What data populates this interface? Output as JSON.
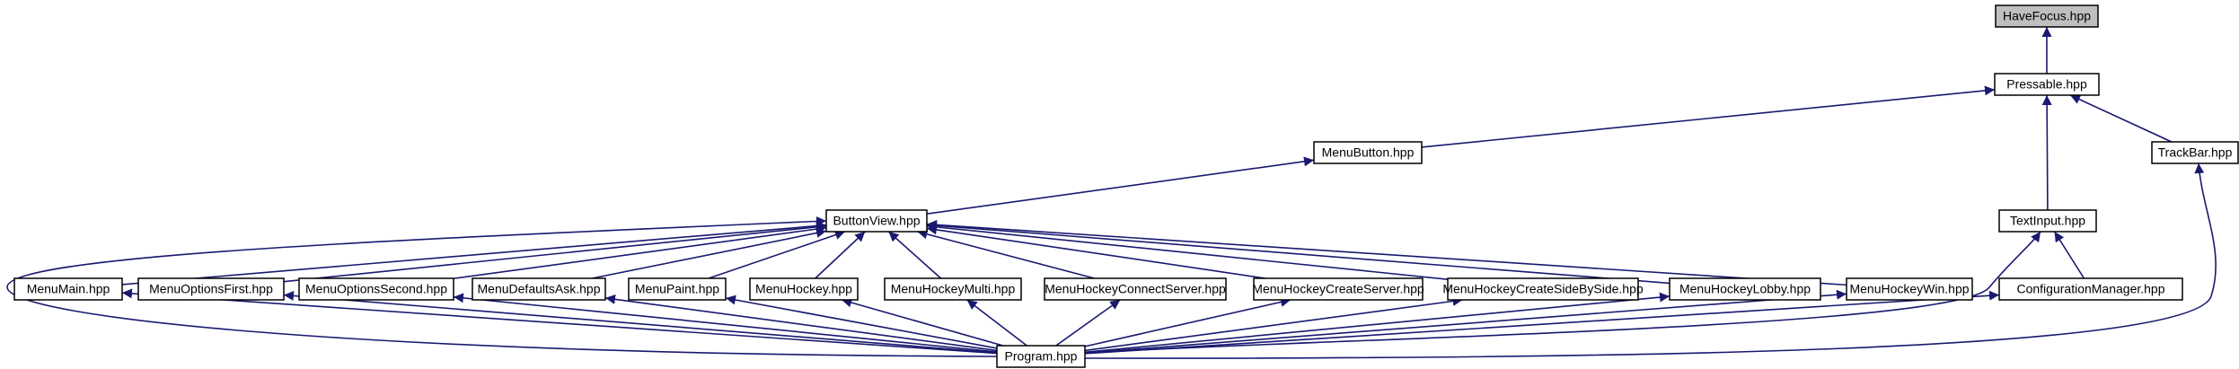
{
  "graph": {
    "edge_color": "#191970",
    "root_fill": "#bfbfbf",
    "nodes": [
      {
        "id": "havefocus",
        "label": "HaveFocus.hpp",
        "root": true
      },
      {
        "id": "pressable",
        "label": "Pressable.hpp"
      },
      {
        "id": "menubutton",
        "label": "MenuButton.hpp"
      },
      {
        "id": "trackbar",
        "label": "TrackBar.hpp"
      },
      {
        "id": "buttonview",
        "label": "ButtonView.hpp"
      },
      {
        "id": "textinput",
        "label": "TextInput.hpp"
      },
      {
        "id": "menumain",
        "label": "MenuMain.hpp"
      },
      {
        "id": "menuoptionsfirst",
        "label": "MenuOptionsFirst.hpp"
      },
      {
        "id": "menuoptionssecond",
        "label": "MenuOptionsSecond.hpp"
      },
      {
        "id": "menudefaultsask",
        "label": "MenuDefaultsAsk.hpp"
      },
      {
        "id": "menupaint",
        "label": "MenuPaint.hpp"
      },
      {
        "id": "menuhockey",
        "label": "MenuHockey.hpp"
      },
      {
        "id": "menuhockeymulti",
        "label": "MenuHockeyMulti.hpp"
      },
      {
        "id": "menuhockeyconnectserver",
        "label": "MenuHockeyConnectServer.hpp"
      },
      {
        "id": "menuhockeycreateserver",
        "label": "MenuHockeyCreateServer.hpp"
      },
      {
        "id": "menuhockeycreatesidebyside",
        "label": "MenuHockeyCreateSideBySide.hpp"
      },
      {
        "id": "menuhockeylobby",
        "label": "MenuHockeyLobby.hpp"
      },
      {
        "id": "menuhockeywin",
        "label": "MenuHockeyWin.hpp"
      },
      {
        "id": "configurationmanager",
        "label": "ConfigurationManager.hpp"
      },
      {
        "id": "program",
        "label": "Program.hpp"
      }
    ],
    "edges": [
      {
        "from": "pressable",
        "to": "havefocus"
      },
      {
        "from": "menubutton",
        "to": "pressable"
      },
      {
        "from": "trackbar",
        "to": "pressable"
      },
      {
        "from": "textinput",
        "to": "pressable"
      },
      {
        "from": "buttonview",
        "to": "menubutton"
      },
      {
        "from": "menumain",
        "to": "buttonview"
      },
      {
        "from": "menuoptionsfirst",
        "to": "buttonview"
      },
      {
        "from": "menuoptionssecond",
        "to": "buttonview"
      },
      {
        "from": "menudefaultsask",
        "to": "buttonview"
      },
      {
        "from": "menupaint",
        "to": "buttonview"
      },
      {
        "from": "menuhockey",
        "to": "buttonview"
      },
      {
        "from": "menuhockeymulti",
        "to": "buttonview"
      },
      {
        "from": "menuhockeyconnectserver",
        "to": "buttonview"
      },
      {
        "from": "menuhockeycreateserver",
        "to": "buttonview"
      },
      {
        "from": "menuhockeycreatesidebyside",
        "to": "buttonview"
      },
      {
        "from": "menuhockeylobby",
        "to": "buttonview"
      },
      {
        "from": "menuhockeywin",
        "to": "buttonview"
      },
      {
        "from": "program",
        "to": "buttonview"
      },
      {
        "from": "configurationmanager",
        "to": "textinput"
      },
      {
        "from": "program",
        "to": "textinput"
      },
      {
        "from": "program",
        "to": "trackbar"
      },
      {
        "from": "program",
        "to": "menumain"
      },
      {
        "from": "program",
        "to": "menuoptionsfirst"
      },
      {
        "from": "program",
        "to": "menuoptionssecond"
      },
      {
        "from": "program",
        "to": "menudefaultsask"
      },
      {
        "from": "program",
        "to": "menupaint"
      },
      {
        "from": "program",
        "to": "menuhockey"
      },
      {
        "from": "program",
        "to": "menuhockeymulti"
      },
      {
        "from": "program",
        "to": "menuhockeyconnectserver"
      },
      {
        "from": "program",
        "to": "menuhockeycreateserver"
      },
      {
        "from": "program",
        "to": "menuhockeycreatesidebyside"
      },
      {
        "from": "program",
        "to": "menuhockeylobby"
      },
      {
        "from": "program",
        "to": "menuhockeywin"
      },
      {
        "from": "program",
        "to": "configurationmanager"
      }
    ]
  }
}
